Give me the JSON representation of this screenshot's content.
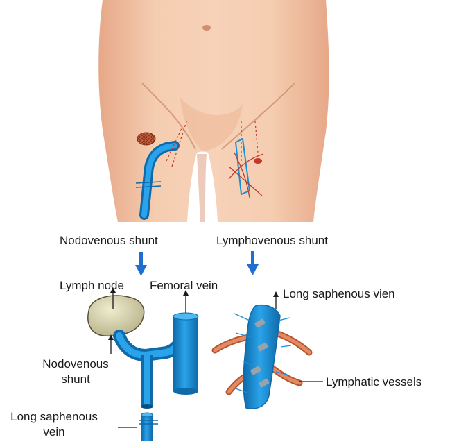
{
  "labels": {
    "nodovenous_shunt_title": "Nodovenous shunt",
    "lymphovenous_shunt_title": "Lymphovenous shunt",
    "lymph_node": "Lymph node",
    "femoral_vein": "Femoral vein",
    "long_saphenous_vien": "Long saphenous vien",
    "nodovenous_shunt_line1": "Nodovenous",
    "nodovenous_shunt_line2": "shunt",
    "long_saphenous_vein_line1": "Long saphenous",
    "long_saphenous_vein_line2": "vein",
    "lymphatic_vessels": "Lymphatic vessels"
  },
  "colors": {
    "skin": "#f2c3a3",
    "skin_shadow": "#e3a584",
    "vein": "#1b8fd6",
    "vein_dark": "#0f6fb0",
    "lymph_node": "#d9d4ae",
    "lymphatic": "#d9754f",
    "arrow": "#1f6fd0",
    "incision": "#c0392b"
  },
  "icons": {
    "down_arrow": "blue-down-arrow-icon",
    "pointer": "up-arrow-pointer-icon"
  }
}
